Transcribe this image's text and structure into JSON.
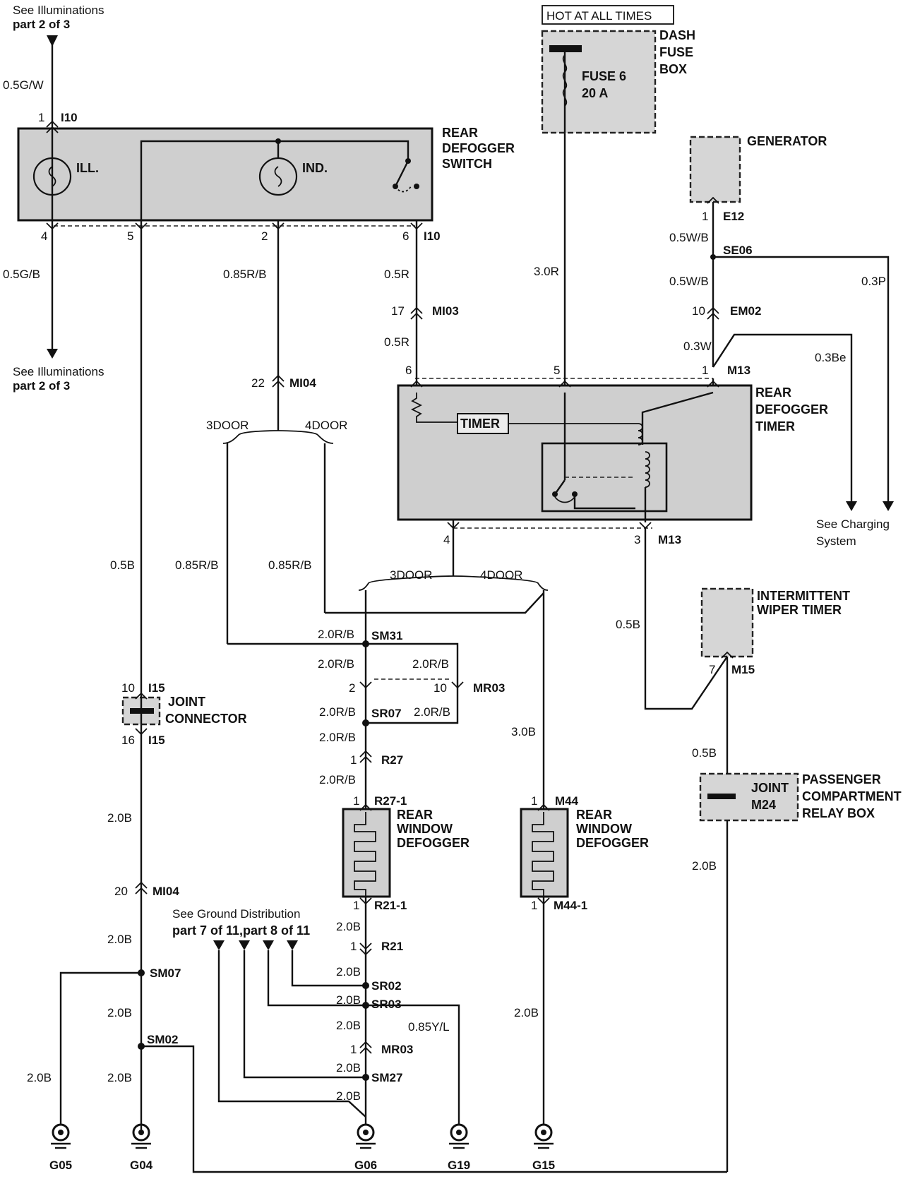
{
  "texts": {
    "illum_top_1": "See Illuminations",
    "illum_top_2": "part 2 of 3",
    "illum_bot_1": "See Illuminations",
    "illum_bot_2": "part 2 of 3",
    "hot_label": "HOT AT ALL TIMES",
    "dash_1": "DASH",
    "dash_2": "FUSE",
    "dash_3": "BOX",
    "fuse_1": "FUSE 6",
    "fuse_2": "20 A",
    "generator": "GENERATOR",
    "switch_1": "REAR",
    "switch_2": "DEFOGGER",
    "switch_3": "SWITCH",
    "ill": "ILL.",
    "ind": "IND.",
    "timer_1": "REAR",
    "timer_2": "DEFOGGER",
    "timer_3": "TIMER",
    "timer_box": "TIMER",
    "charging_1": "See Charging",
    "charging_2": "System",
    "wiper_1": "INTERMITTENT",
    "wiper_2": "WIPER TIMER",
    "joint_1": "JOINT",
    "joint_2": "CONNECTOR",
    "pcrb_1": "PASSENGER",
    "pcrb_2": "COMPARTMENT",
    "pcrb_3": "RELAY BOX",
    "m24_joint": "JOINT",
    "m24": "M24",
    "rwd1_1": "REAR",
    "rwd1_2": "WINDOW",
    "rwd1_3": "DEFOGGER",
    "rwd2_1": "REAR",
    "rwd2_2": "WINDOW",
    "rwd2_3": "DEFOGGER",
    "gd_1": "See Ground Distribution",
    "gd_2": "part 7 of 11,part 8 of 11",
    "door3_a": "3DOOR",
    "door4_a": "4DOOR",
    "door3_b": "3DOOR",
    "door4_b": "4DOOR",
    "w_05gw": "0.5G/W",
    "w_05gb": "0.5G/B",
    "w_085rb_top": "0.85R/B",
    "w_05r_a": "0.5R",
    "w_05r_b": "0.5R",
    "w_30r": "3.0R",
    "w_05wb_a": "0.5W/B",
    "w_05wb_b": "0.5W/B",
    "w_03p": "0.3P",
    "w_03w": "0.3W",
    "w_03be": "0.3Be",
    "w_05b_left": "0.5B",
    "w_085rb_l": "0.85R/B",
    "w_085rb_r": "0.85R/B",
    "w_05b_m13": "0.5B",
    "w_20rb_1": "2.0R/B",
    "w_20rb_2": "2.0R/B",
    "w_20rb_3": "2.0R/B",
    "w_20rb_4": "2.0R/B",
    "w_20rb_5": "2.0R/B",
    "w_20rb_6": "2.0R/B",
    "w_20rb_7": "2.0R/B",
    "w_30b": "3.0B",
    "w_05b_wiper": "0.5B",
    "w_20b_left1": "2.0B",
    "w_20b_left2": "2.0B",
    "w_20b_left3": "2.0B",
    "w_20b_left4": "2.0B",
    "w_20b_g05": "2.0B",
    "w_20b_r1": "2.0B",
    "w_20b_r2": "2.0B",
    "w_20b_r3": "2.0B",
    "w_20b_r4": "2.0B",
    "w_20b_r5": "2.0B",
    "w_20b_r6": "2.0B",
    "w_20b_m44": "2.0B",
    "w_20b_m24": "2.0B",
    "w_085yl": "0.85Y/L"
  },
  "connectors": {
    "i10_pin1": "1",
    "i10_a": "I10",
    "i10_pin4": "4",
    "i10_pin5": "5",
    "i10_pin2": "2",
    "i10_pin6": "6",
    "i10_b": "I10",
    "mi03_pin": "17",
    "mi03": "MI03",
    "mi04_pin_a": "22",
    "mi04_a": "MI04",
    "m13_pin6": "6",
    "m13_pin5": "5",
    "m13_pin1": "1",
    "m13_a": "M13",
    "m13_pin4": "4",
    "m13_pin3": "3",
    "m13_b": "M13",
    "e12_pin": "1",
    "e12": "E12",
    "se06": "SE06",
    "em02_pin": "10",
    "em02": "EM02",
    "m15_pin": "7",
    "m15": "M15",
    "i15_pin10": "10",
    "i15_a": "I15",
    "i15_pin16": "16",
    "i15_b": "I15",
    "mi04_pin_b": "20",
    "mi04_b": "MI04",
    "sm07": "SM07",
    "sm02": "SM02",
    "sm31": "SM31",
    "mr03_pin2": "2",
    "mr03_pin10": "10",
    "mr03_a": "MR03",
    "sr07": "SR07",
    "r27_pin": "1",
    "r27": "R27",
    "r271_pin": "1",
    "r271": "R27-1",
    "r211_pin": "1",
    "r211": "R21-1",
    "r21_pin": "1",
    "r21": "R21",
    "sr02": "SR02",
    "sr03": "SR03",
    "mr03_pin1": "1",
    "mr03_b": "MR03",
    "sm27": "SM27",
    "m44_pin": "1",
    "m44": "M44",
    "m441_pin": "1",
    "m441": "M44-1"
  },
  "grounds": {
    "g05": "G05",
    "g04": "G04",
    "g06": "G06",
    "g19": "G19",
    "g15": "G15"
  }
}
